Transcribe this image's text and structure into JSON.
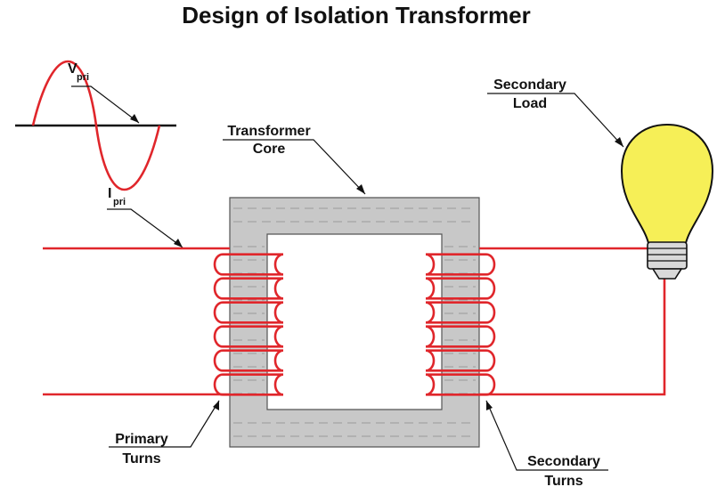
{
  "title": "Design of Isolation Transformer",
  "labels": {
    "vpri_main": "V",
    "vpri_sub": "pri",
    "ipri_main": "I",
    "ipri_sub": "pri",
    "transformer_core": [
      "Transformer",
      "Core"
    ],
    "secondary_load": [
      "Secondary",
      "Load"
    ],
    "primary_turns": [
      "Primary",
      "Turns"
    ],
    "secondary_turns": [
      "Secondary",
      "Turns"
    ]
  },
  "coil_turns": {
    "primary": 6,
    "secondary": 6
  },
  "colors": {
    "wire": "#e0262b",
    "core_fill": "#c8c8c8",
    "core_stroke": "#555555",
    "bulb_glass": "#f6ef57",
    "bulb_base": "#d9d9d9",
    "text": "#111111"
  }
}
